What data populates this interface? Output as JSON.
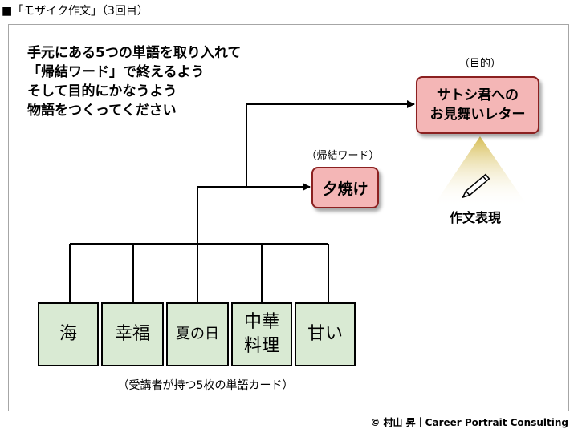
{
  "header": {
    "title": "■「モザイク作文」（3回目）"
  },
  "instructions": {
    "lines": [
      "手元にある5つの単語を取り入れて",
      "「帰結ワード」で終えるよう",
      "そして目的にかなうよう",
      "物語をつくってください"
    ]
  },
  "purpose": {
    "caption": "（目的）",
    "line1": "サトシ君への",
    "line2": "お見舞いレター"
  },
  "conclusion": {
    "caption": "（帰結ワード）",
    "word": "夕焼け"
  },
  "genre": {
    "label": "作文表現",
    "icon": "pencil-icon"
  },
  "cards": [
    {
      "text": "海"
    },
    {
      "text": "幸福"
    },
    {
      "text": "夏の日"
    },
    {
      "text": "中華\n料理"
    },
    {
      "text": "甘い"
    }
  ],
  "cards_caption": "（受講者が持つ5枚の単語カード）",
  "credit": "© 村山 昇｜Career Portrait Consulting",
  "colors": {
    "card_fill": "#d9ead3",
    "box_fill": "#f4b6b6",
    "box_border": "#8b2020",
    "spotlight": "#d4b94a"
  }
}
